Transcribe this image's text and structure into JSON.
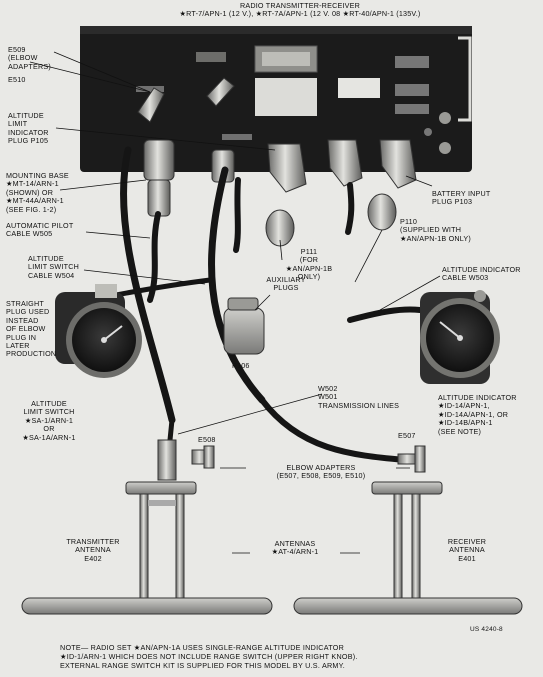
{
  "title": {
    "line1": "RADIO TRANSMITTER-RECEIVER",
    "line2": "★RT-7/APN-1 (12 V.),  ★RT-7A/APN-1 (12 V. 08  ★RT-40/APN-1 (135V.)"
  },
  "labels": {
    "e509": [
      "E509",
      "(ELBOW",
      "ADAPTERS)"
    ],
    "e510": [
      "E510"
    ],
    "alt_plug": [
      "ALTITUDE",
      "LIMIT",
      "INDICATOR",
      "PLUG P105"
    ],
    "mounting_base": [
      "MOUNTING BASE",
      "★MT-14/ARN-1",
      "(SHOWN) OR",
      "★MT-44A/ARN-1",
      "(SEE FIG. 1-2)"
    ],
    "battery_plug": [
      "BATTERY INPUT",
      "PLUG P103"
    ],
    "autopilot": [
      "AUTOMATIC PILOT",
      "CABLE W505"
    ],
    "p111": [
      "P111",
      "(FOR",
      "★AN/APN-1B",
      "ONLY)"
    ],
    "p110": [
      "P110",
      "(SUPPLIED WITH",
      "★AN/APN-1B ONLY)"
    ],
    "switch_cable": [
      "ALTITUDE",
      "LIMIT SWITCH",
      "CABLE W504"
    ],
    "aux_plugs": [
      "AUXILIARY",
      "PLUGS"
    ],
    "ind_cable": [
      "ALTITUDE INDICATOR",
      "CABLE W503"
    ],
    "straight_plug": [
      "STRAIGHT",
      "PLUG USED",
      "INSTEAD",
      "OF ELBOW",
      "PLUG IN",
      "LATER",
      "PRODUCTION"
    ],
    "p106": [
      "P106"
    ],
    "alt_switch": [
      "ALTITUDE",
      "LIMIT SWITCH",
      "★SA-1/ARN-1",
      "OR",
      "★SA-1A/ARN-1"
    ],
    "alt_indicator": [
      "ALTITUDE INDICATOR",
      "★ID-14/APN-1,",
      "★ID-14A/APN-1, OR",
      "★ID-14B/APN-1",
      "(SEE NOTE)"
    ],
    "lines": [
      "W502",
      "W501",
      "TRANSMISSION LINES"
    ],
    "e508": [
      "E508"
    ],
    "e507": [
      "E507"
    ],
    "elbow": [
      "ELBOW ADAPTERS",
      "(E507, E508, E509, E510)"
    ],
    "tx_antenna": [
      "TRANSMITTER",
      "ANTENNA",
      "E402"
    ],
    "antennas": [
      "ANTENNAS",
      "★AT-4/ARN-1"
    ],
    "rx_antenna": [
      "RECEIVER",
      "ANTENNA",
      "E401"
    ],
    "fig_id": [
      "US 4240-8"
    ]
  },
  "note": [
    "NOTE— RADIO SET  ★AN/APN-1A USES SINGLE-RANGE ALTITUDE INDICATOR",
    "★ID-1/ARN-1 WHICH DOES NOT INCLUDE RANGE SWITCH (UPPER RIGHT KNOB).",
    "EXTERNAL RANGE SWITCH KIT IS SUPPLIED FOR THIS MODEL BY U.S. ARMY."
  ],
  "colors": {
    "paper": "#e9e9e6",
    "ink": "#111111",
    "chassis": "#1b1b1b"
  }
}
